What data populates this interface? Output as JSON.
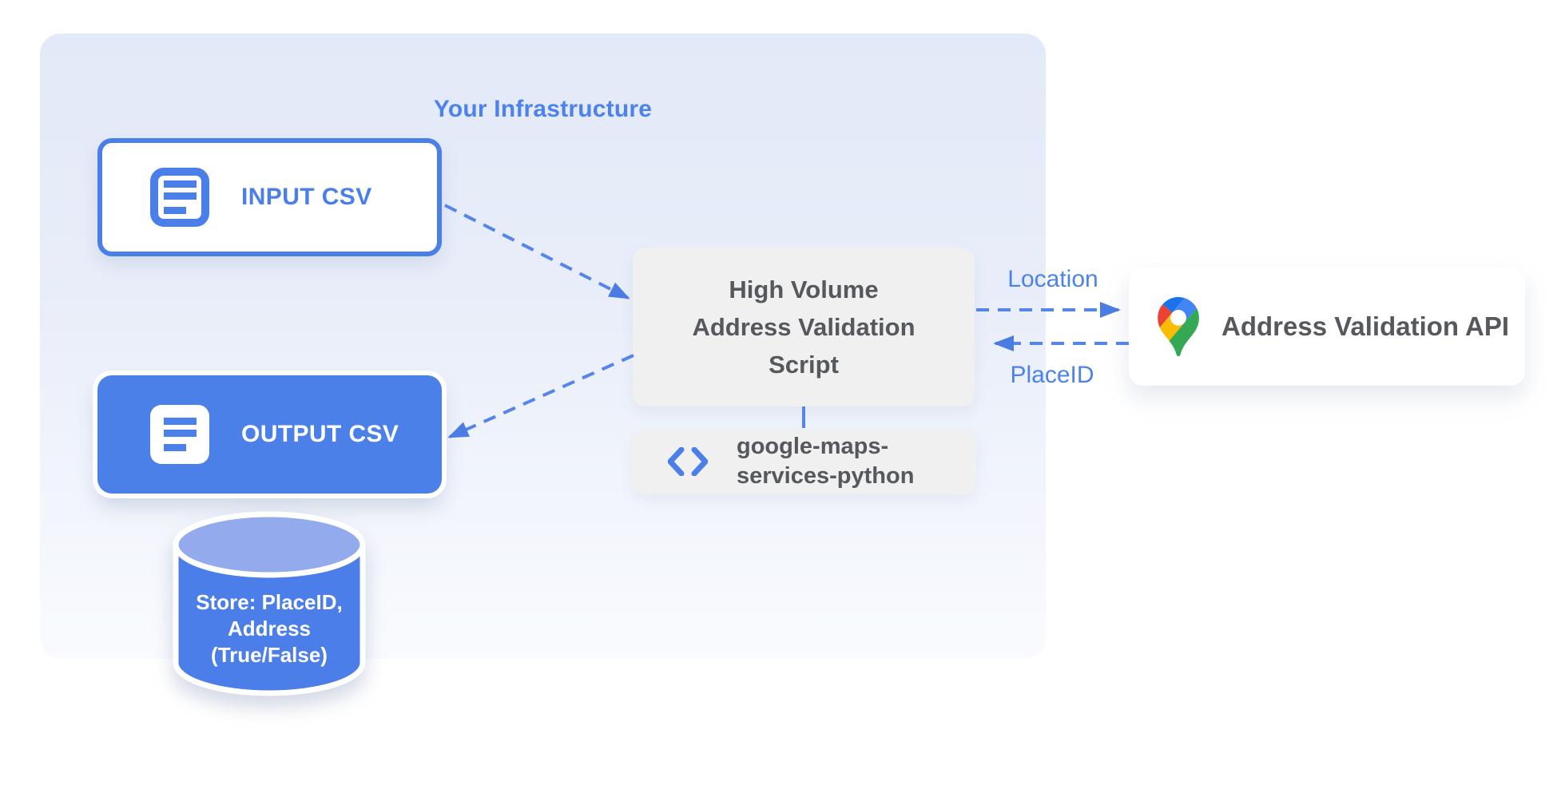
{
  "infrastructure": {
    "label": "Your Infrastructure"
  },
  "nodes": {
    "input_csv": {
      "label": "INPUT CSV"
    },
    "output_csv": {
      "label": "OUTPUT CSV"
    },
    "datastore": {
      "lines": [
        "Store: PlaceID,",
        "Address",
        "(True/False)"
      ]
    },
    "script": {
      "lines": [
        "High Volume",
        "Address Validation",
        "Script"
      ]
    },
    "library": {
      "lines": [
        "google-maps-",
        "services-python"
      ]
    },
    "api": {
      "label": "Address Validation API"
    }
  },
  "edges": {
    "location_label": "Location",
    "placeid_label": "PlaceID"
  },
  "icons": {
    "document": "document-icon",
    "code": "code-brackets-icon",
    "pin": "google-maps-pin-icon"
  },
  "colors": {
    "accent_blue": "#4A7EE8",
    "arrow_blue": "#5584EB",
    "arrowhead_blue": "#4A7CE4",
    "label_blue": "#4C82EE",
    "box_gray": "#F0F0F1",
    "dark_text": "#55585D",
    "cylinder_top": "#93ABEC",
    "cylinder_body": "#4B7EE8",
    "infra_bg_top": "#E2E9F8",
    "infra_bg_bottom": "#F9FBFE",
    "pin_blue": "#4285F4",
    "pin_red": "#EA4335",
    "pin_yellow": "#FBBC04",
    "pin_green": "#34A853"
  }
}
